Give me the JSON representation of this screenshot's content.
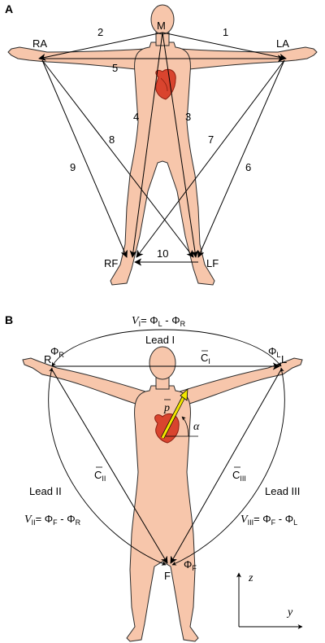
{
  "colors": {
    "skin": "#f7c6ab",
    "skin_stroke": "#2a2a2a",
    "heart": "#d9442e",
    "heart_dark": "#8b1e10",
    "vector": "#f2e600",
    "line": "#000000"
  },
  "panel_a": {
    "title": "A",
    "nodes": {
      "m": "M",
      "ra": "RA",
      "la": "LA",
      "rf": "RF",
      "lf": "LF"
    },
    "leads": [
      "1",
      "2",
      "3",
      "4",
      "5",
      "6",
      "7",
      "8",
      "9",
      "10"
    ]
  },
  "panel_b": {
    "title": "B",
    "lead_i": {
      "name": "Lead I",
      "v": "V",
      "v_sub": "I",
      "eq": "= Φ",
      "p1_sub": "L",
      "minus": " - Φ",
      "p2_sub": "R"
    },
    "lead_ii": {
      "name": "Lead II",
      "v": "V",
      "v_sub": "II",
      "eq": "= Φ",
      "p1_sub": "F",
      "minus": " - Φ",
      "p2_sub": "R"
    },
    "lead_iii": {
      "name": "Lead III",
      "v": "V",
      "v_sub": "III",
      "eq": "= Φ",
      "p1_sub": "F",
      "minus": " - Φ",
      "p2_sub": "L"
    },
    "c_i": {
      "c": "C",
      "sub": "I"
    },
    "c_ii": {
      "c": "C",
      "sub": "II"
    },
    "c_iii": {
      "c": "C",
      "sub": "III"
    },
    "phi_r": {
      "phi": "Φ",
      "sub": "R"
    },
    "phi_l": {
      "phi": "Φ",
      "sub": "L"
    },
    "phi_f": {
      "phi": "Φ",
      "sub": "F"
    },
    "node_r": "R",
    "node_l": "L",
    "node_f": "F",
    "p_label": "p",
    "alpha": "α",
    "axis_z": "z",
    "axis_y": "y"
  }
}
